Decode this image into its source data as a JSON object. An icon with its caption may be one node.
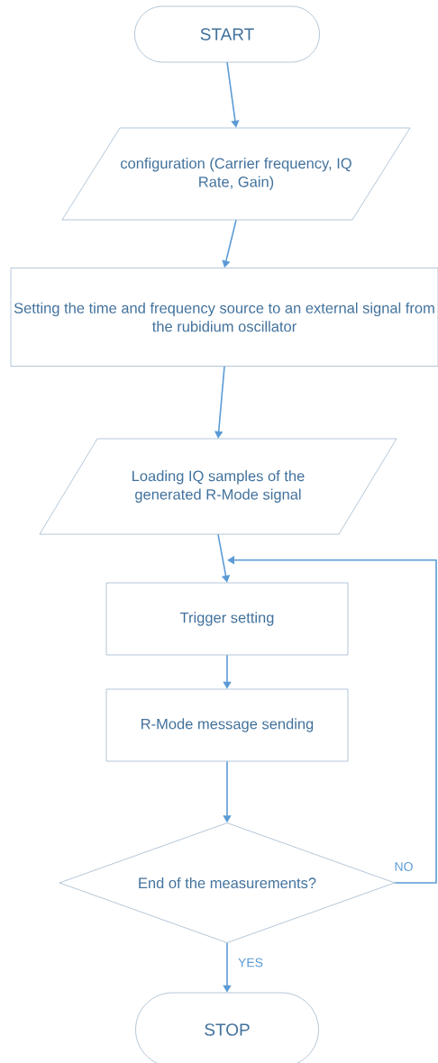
{
  "diagram": {
    "nodes": [
      {
        "text": [
          "START"
        ]
      },
      {
        "text": [
          "configuration (Carrier frequency, IQ Rate, Gain)"
        ]
      },
      {
        "text": [
          "Setting the time and frequency source to an external signal from the rubidium oscillator"
        ]
      },
      {
        "text": [
          "Loading IQ samples of the generated R-Mode signal"
        ]
      },
      {
        "text": [
          "Trigger setting"
        ]
      },
      {
        "text": [
          "R-Mode message sending"
        ]
      },
      {
        "text": [
          "End of the measurements?"
        ]
      },
      {
        "text": [
          "STOP"
        ]
      }
    ],
    "edges": [
      {
        "from": 0,
        "to": 1,
        "arrow": "to"
      },
      {
        "from": 1,
        "to": 2,
        "arrow": "to"
      },
      {
        "from": 2,
        "to": 3,
        "arrow": "to"
      },
      {
        "from": 3,
        "to": 4,
        "arrow": "to"
      },
      {
        "from": 4,
        "to": 5,
        "arrow": "to"
      },
      {
        "from": 5,
        "to": 6,
        "arrow": "to"
      },
      {
        "from": 6,
        "to": 7,
        "arrow": "to",
        "label": "YES"
      },
      {
        "from": 6,
        "to": 4,
        "arrow": "to",
        "label": "NO"
      }
    ]
  }
}
